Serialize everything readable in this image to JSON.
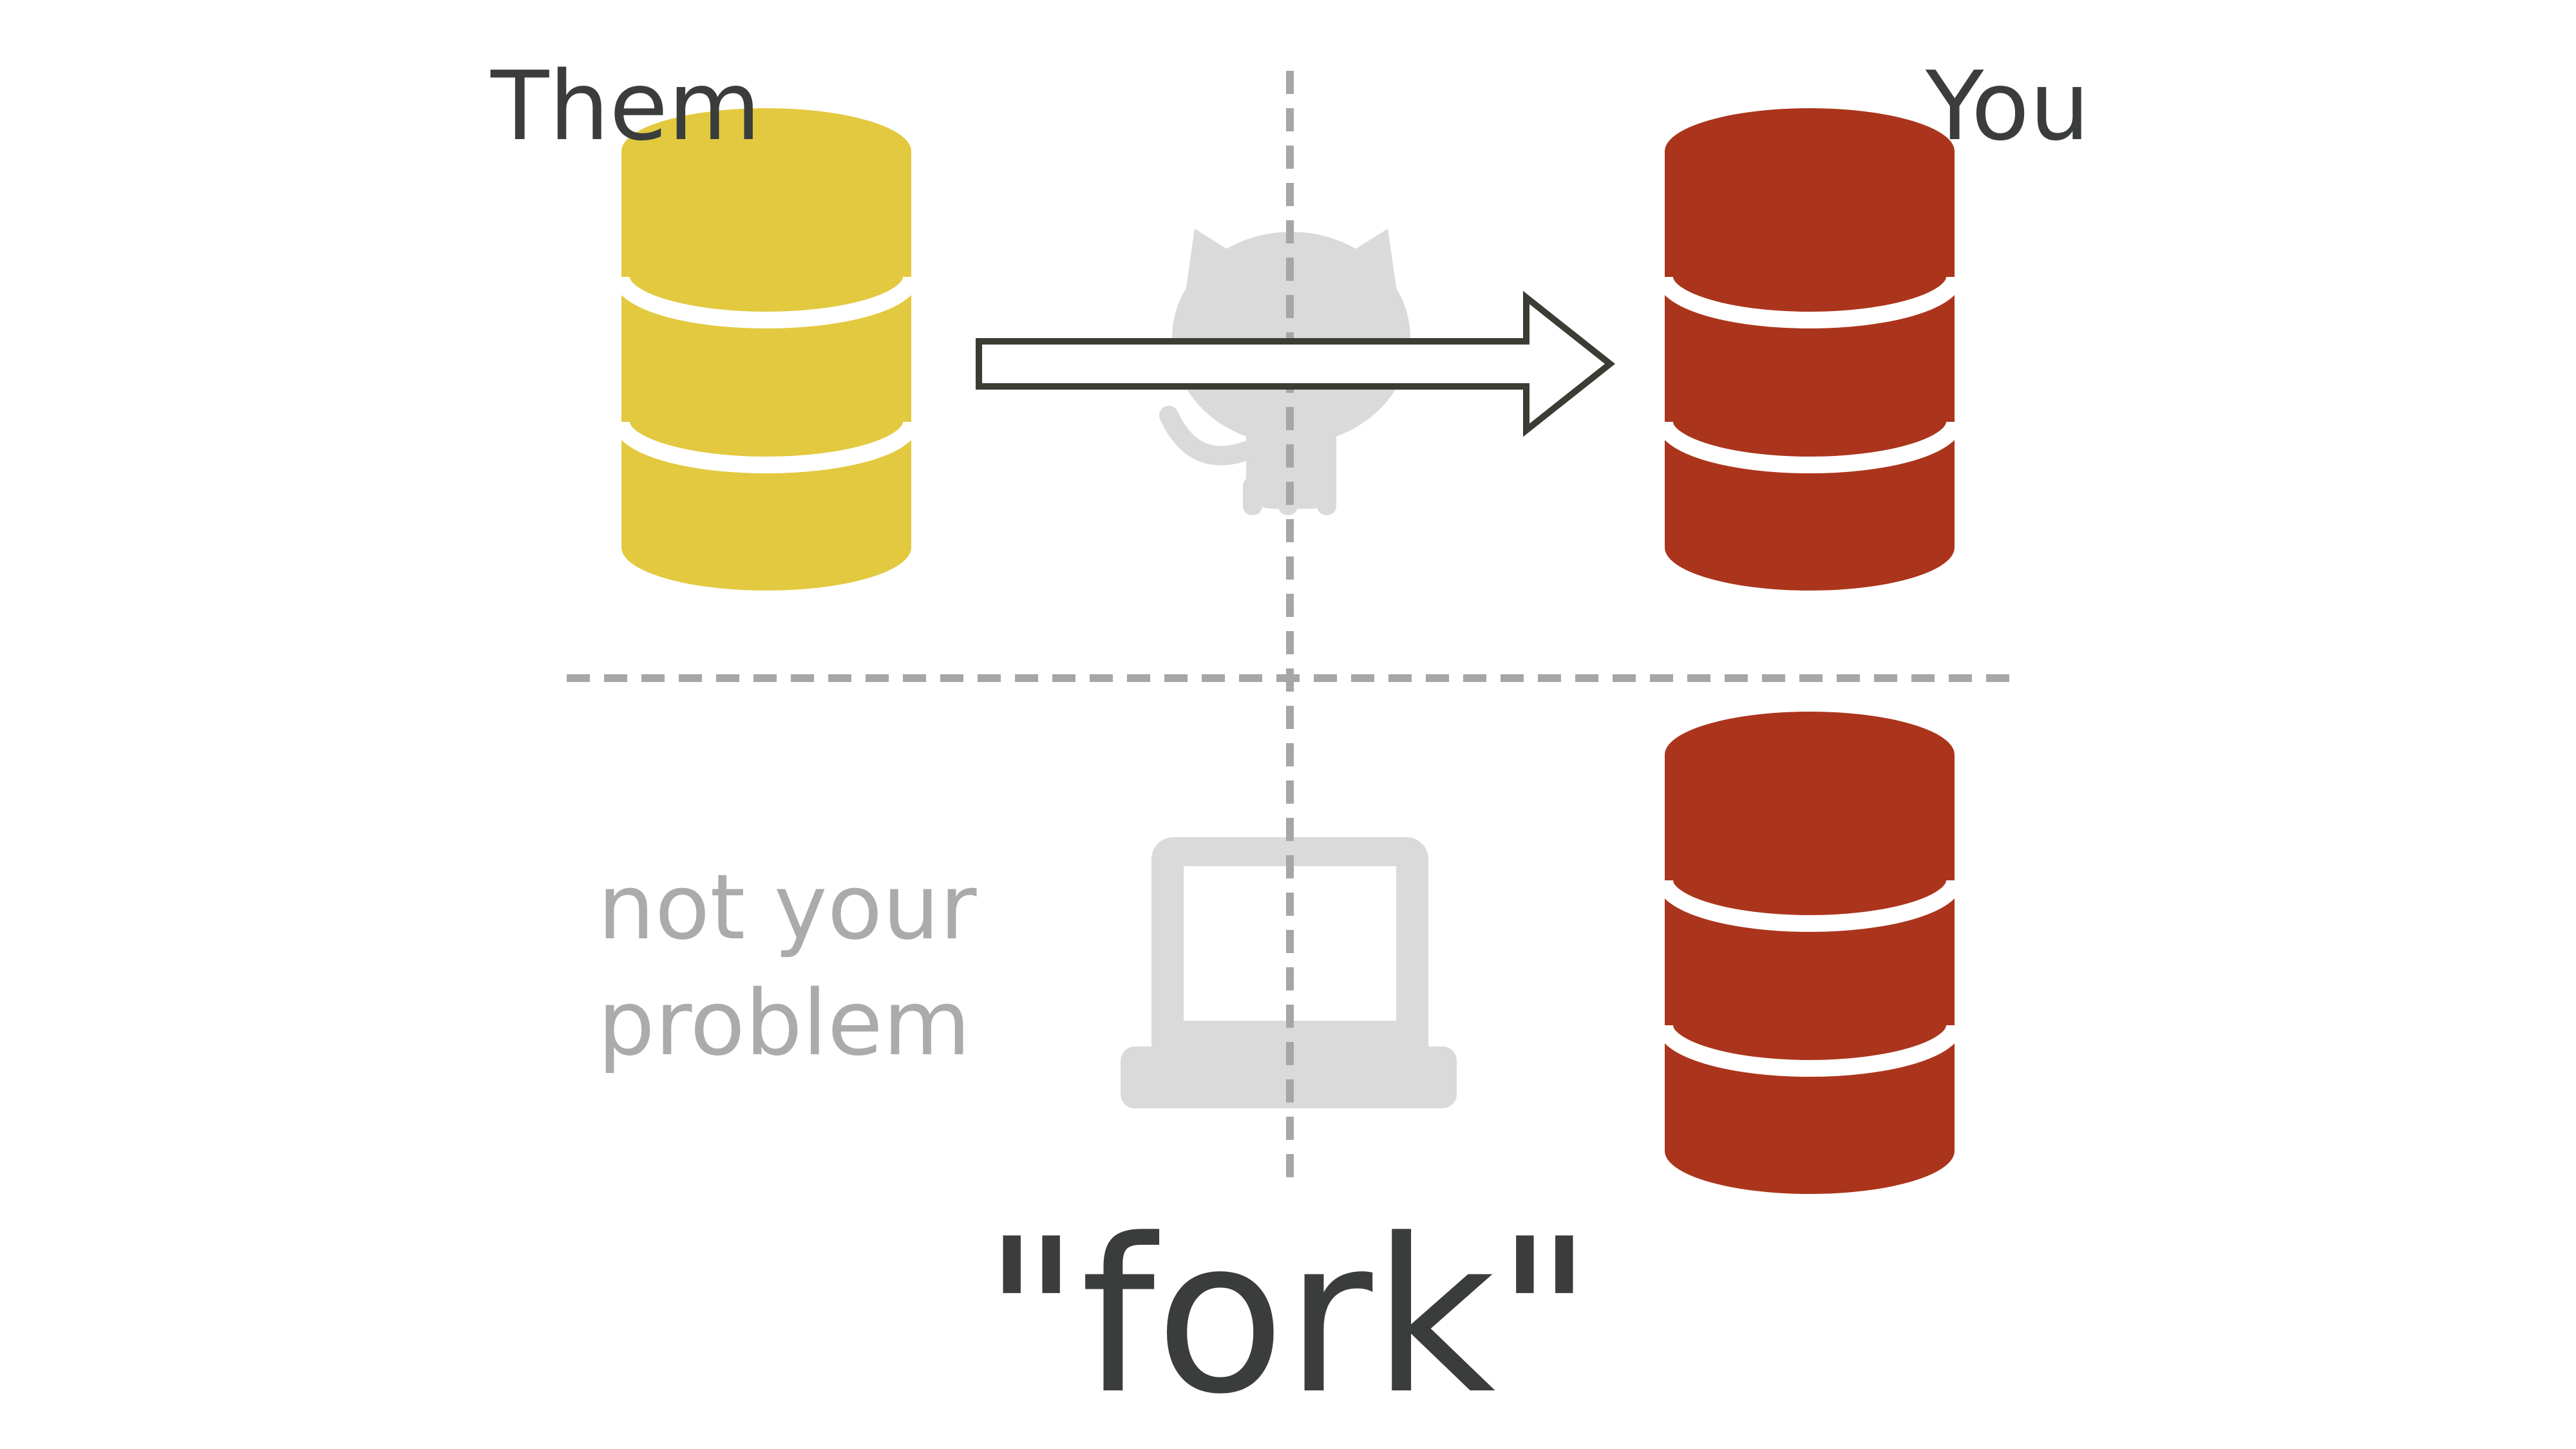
{
  "labels": {
    "them": "Them",
    "you": "You",
    "not_your_problem_line1": "not your",
    "not_your_problem_line2": "problem",
    "caption": "\"fork\""
  },
  "colors": {
    "them_repo": "#e2c940",
    "you_repo": "#ab351c",
    "text_dark": "#3a3d3c",
    "text_muted": "#ababab",
    "ghost_icon": "#dadada",
    "divider": "#a6a6a6",
    "arrow_stroke": "#3a3d33"
  },
  "icons": {
    "them_remote_repo": "database-icon",
    "you_remote_repo": "database-icon",
    "you_local_repo": "database-icon",
    "github": "octocat-icon",
    "local_machine": "laptop-icon",
    "action": "arrow-right-icon"
  }
}
